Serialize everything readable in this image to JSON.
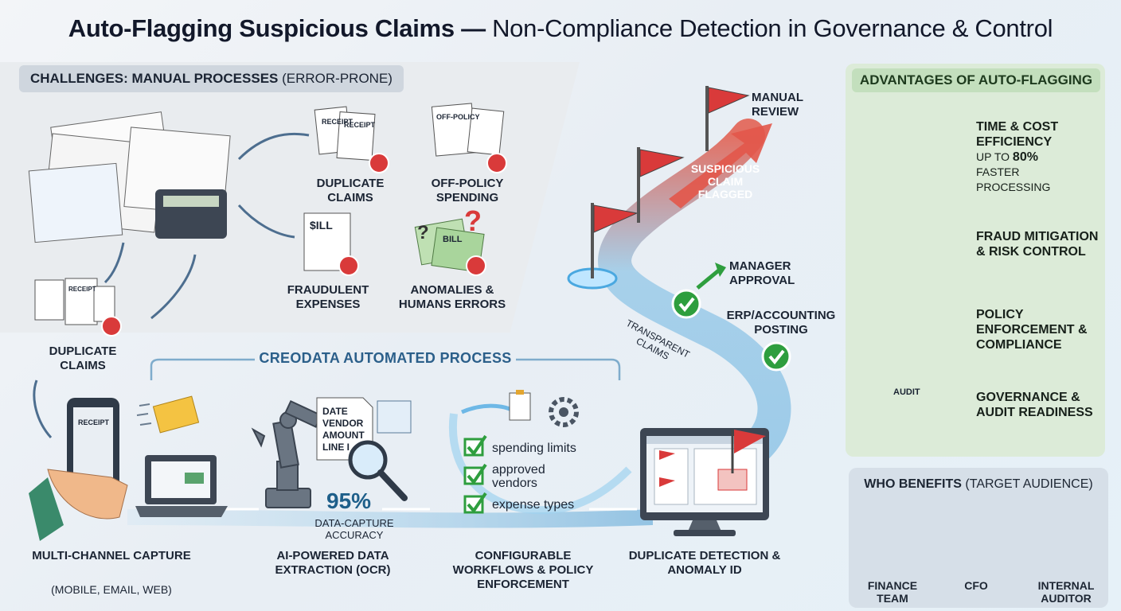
{
  "title": {
    "bold": "Auto-Flagging Suspicious Claims —",
    "light": " Non-Compliance Detection in Governance & Control"
  },
  "challenges": {
    "header_bold": "CHALLENGES: MANUAL PROCESSES",
    "header_light": " (ERROR-PRONE)",
    "items": {
      "duplicate_claims": "DUPLICATE CLAIMS",
      "off_policy": "OFF-POLICY SPENDING",
      "fraudulent": "FRAUDULENT EXPENSES",
      "anomalies": "ANOMALIES & HUMANS ERRORS",
      "duplicate_claims_left": "DUPLICATE CLAIMS"
    },
    "doc_labels": {
      "receipt": "RECEIPT",
      "off_policy": "OFF-POLICY",
      "bill_sign": "$ILL",
      "bill": "BILL",
      "receipt_small": "RECEIPT"
    }
  },
  "process": {
    "title": "CREODATA AUTOMATED PROCESS",
    "steps": {
      "capture": {
        "label": "MULTI-CHANNEL CAPTURE",
        "sub": "(MOBILE, EMAIL, WEB)",
        "receipt": "RECEIPT"
      },
      "extraction": {
        "label": "AI-POWERED DATA EXTRACTION (OCR)",
        "fields": [
          "DATE",
          "VENDOR",
          "AMOUNT",
          "LINE I"
        ],
        "accuracy_value": "95%",
        "accuracy_label": "DATA-CAPTURE ACCURACY"
      },
      "workflows": {
        "label": "CONFIGURABLE WORKFLOWS & POLICY ENFORCEMENT",
        "checks": [
          "spending limits",
          "approved vendors",
          "expense types"
        ]
      },
      "detection": {
        "label": "DUPLICATE DETECTION & ANOMALY ID"
      }
    }
  },
  "path": {
    "manual_review": "MANUAL REVIEW",
    "suspicious": "SUSPICIOUS CLAIM FLAGGED",
    "manager_approval": "MANAGER APPROVAL",
    "erp_posting": "ERP/ACCOUNTING POSTING",
    "transparent": "TRANSPARENT CLAIMS"
  },
  "advantages": {
    "header": "ADVANTAGES OF AUTO-FLAGGING",
    "items": [
      {
        "title": "TIME & COST EFFICIENCY",
        "line3_prefix": "UP TO ",
        "line3_value": "80%",
        "sub": "FASTER PROCESSING"
      },
      {
        "title": "FRAUD MITIGATION & RISK CONTROL"
      },
      {
        "title": "POLICY ENFORCEMENT & COMPLIANCE"
      },
      {
        "title": "GOVERNANCE & AUDIT READINESS",
        "badge": "AUDIT"
      }
    ]
  },
  "who": {
    "header_bold": "WHO BENEFITS",
    "header_light": " (TARGET AUDIENCE)",
    "people": [
      "FINANCE TEAM",
      "CFO",
      "INTERNAL AUDITOR"
    ]
  },
  "colors": {
    "flag_red": "#d93a3a",
    "check_green": "#2e9e3e",
    "path_blue": "#7fb8de",
    "header_blue": "#2b5f8a",
    "adv_green": "#dcebd8"
  }
}
